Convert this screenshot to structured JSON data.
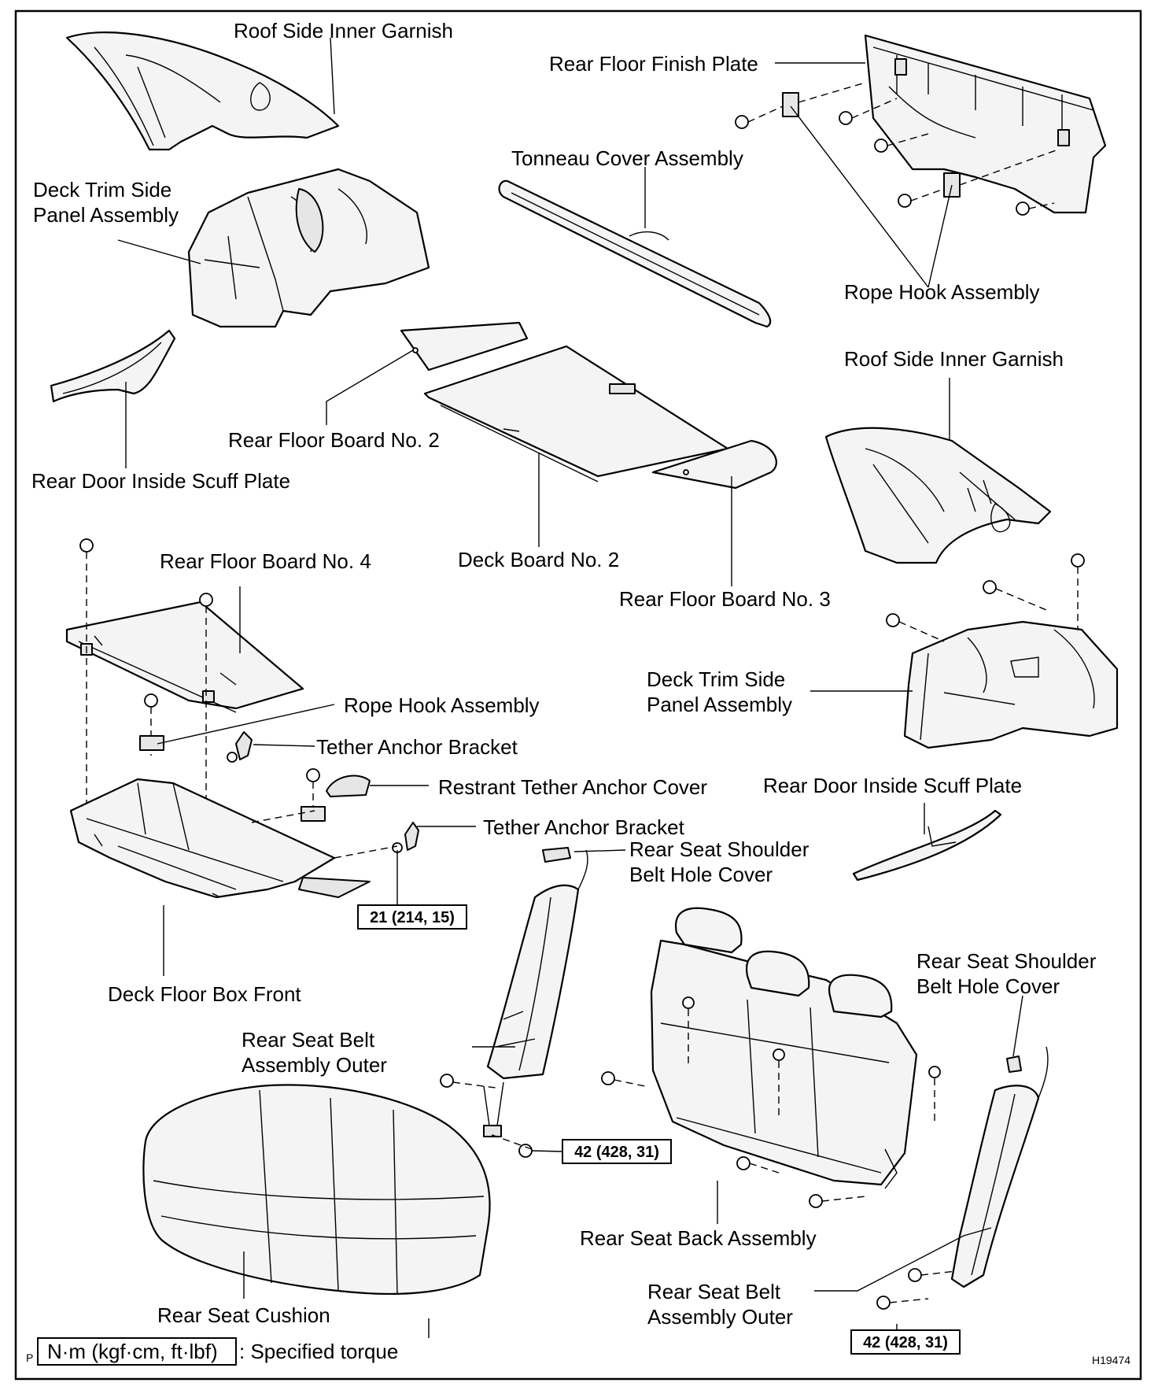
{
  "labels": {
    "roof_side_inner_garnish_top": "Roof Side Inner Garnish",
    "rear_floor_finish_plate": "Rear Floor Finish Plate",
    "tonneau_cover_assembly": "Tonneau Cover Assembly",
    "deck_trim_side_panel_left_l1": "Deck Trim Side",
    "deck_trim_side_panel_left_l2": "Panel Assembly",
    "rope_hook_assembly_top": "Rope Hook Assembly",
    "roof_side_inner_garnish_right": "Roof Side Inner Garnish",
    "rear_floor_board_no2": "Rear Floor Board No. 2",
    "rear_door_inside_scuff_plate_left": "Rear Door Inside Scuff Plate",
    "rear_floor_board_no4": "Rear Floor Board No. 4",
    "deck_board_no2": "Deck Board No. 2",
    "rear_floor_board_no3": "Rear Floor Board No. 3",
    "deck_trim_side_panel_right_l1": "Deck Trim Side",
    "deck_trim_side_panel_right_l2": "Panel Assembly",
    "rope_hook_assembly_mid": "Rope Hook Assembly",
    "tether_anchor_bracket_1": "Tether Anchor Bracket",
    "restrant_tether_anchor_cover": "Restrant Tether Anchor Cover",
    "rear_door_inside_scuff_plate_right": "Rear Door Inside Scuff Plate",
    "tether_anchor_bracket_2": "Tether Anchor Bracket",
    "rear_seat_shoulder_belt_hole_cover_left_l1": "Rear Seat Shoulder",
    "rear_seat_shoulder_belt_hole_cover_left_l2": "Belt Hole Cover",
    "deck_floor_box_front": "Deck Floor Box Front",
    "rear_seat_shoulder_belt_hole_cover_right_l1": "Rear Seat Shoulder",
    "rear_seat_shoulder_belt_hole_cover_right_l2": "Belt Hole Cover",
    "rear_seat_belt_assembly_outer_left_l1": "Rear Seat Belt",
    "rear_seat_belt_assembly_outer_left_l2": "Assembly Outer",
    "rear_seat_back_assembly": "Rear Seat Back Assembly",
    "rear_seat_belt_assembly_outer_right_l1": "Rear Seat Belt",
    "rear_seat_belt_assembly_outer_right_l2": "Assembly Outer",
    "rear_seat_cushion": "Rear Seat Cushion"
  },
  "torques": {
    "tether_anchor": "21 (214, 15)",
    "seat_belt_left": "42 (428, 31)",
    "seat_belt_right": "42 (428, 31)"
  },
  "legend": {
    "prefix": "P",
    "unit_box": "N·m (kgf·cm, ft·lbf)",
    "description": ": Specified torque"
  },
  "figure_id": "H19474"
}
